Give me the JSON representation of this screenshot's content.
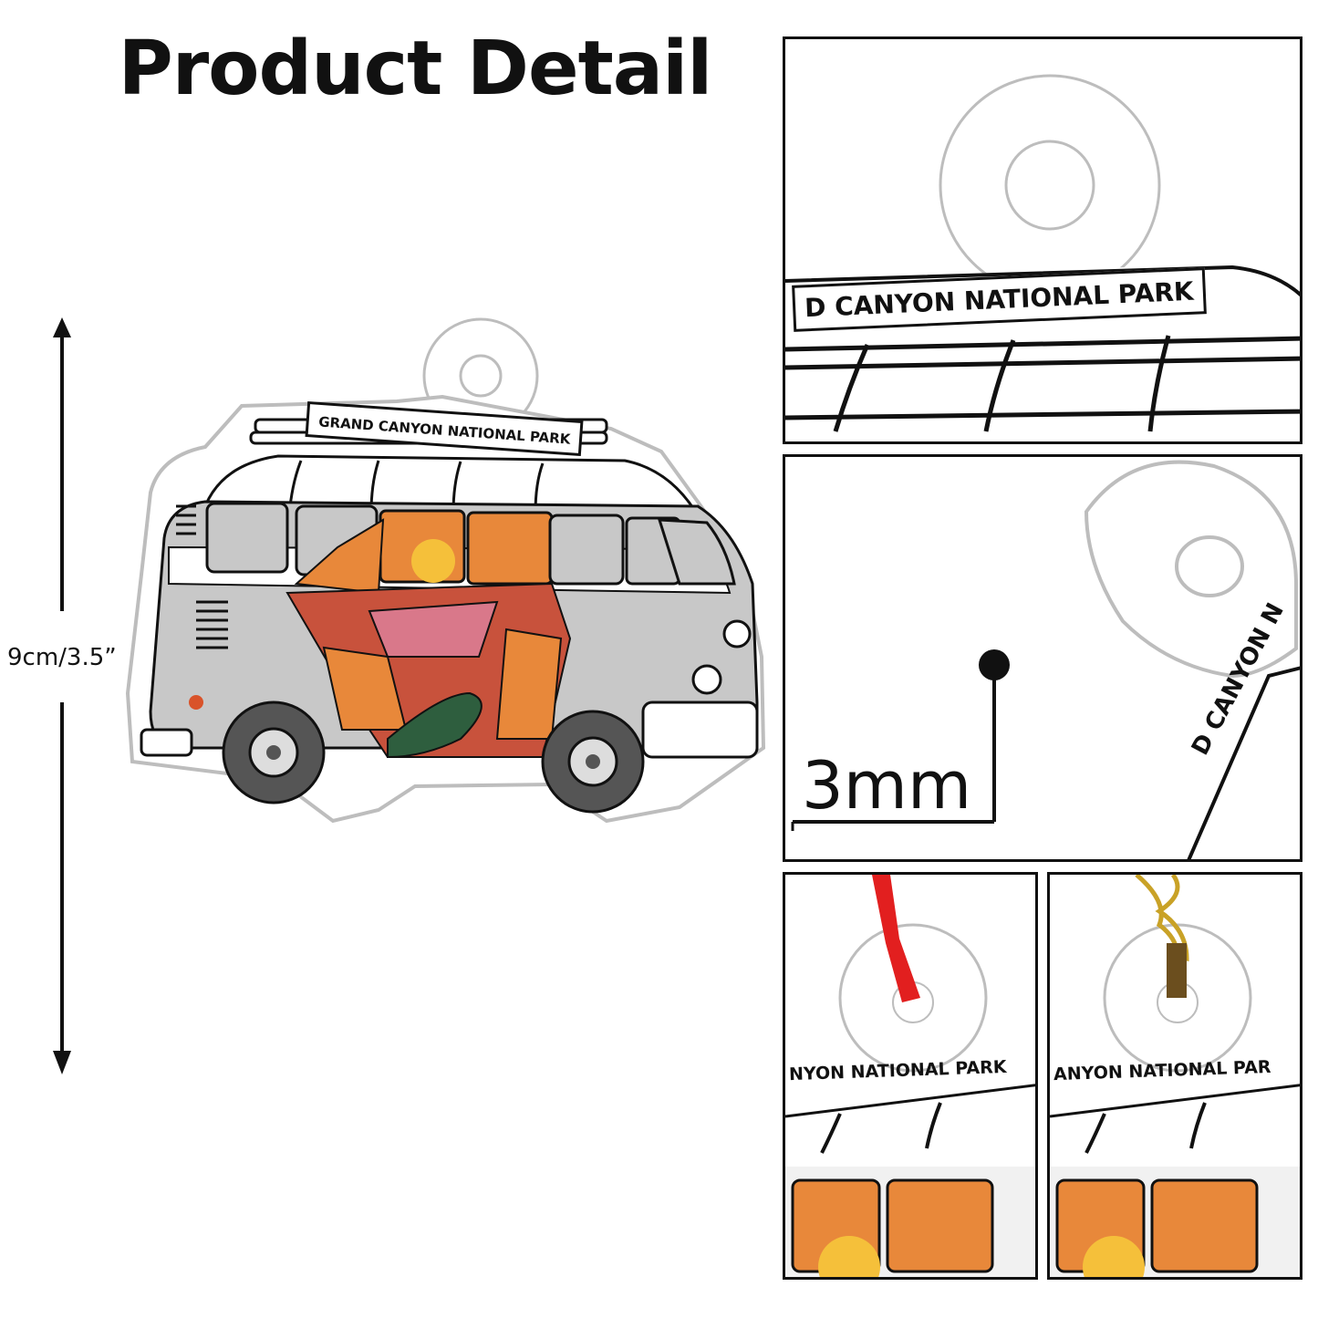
{
  "title": "Product Detail",
  "dimension_label": "9cm/3.5”",
  "ornament": {
    "sign_text": "GRAND CANYON NATIONAL PARK",
    "colors": {
      "body_gray": "#c8c8c8",
      "body_white": "#ffffff",
      "outline": "#111111",
      "canyon_orange": "#e8883a",
      "canyon_red": "#c8523c",
      "canyon_pink": "#d9788a",
      "canyon_green": "#2e5e3e",
      "sun_yellow": "#f5c03a",
      "acrylic_edge": "#bdbdbd"
    }
  },
  "detail_panels": {
    "top_sign_crop": "D CANYON NATIONAL PARK",
    "thickness_label": "3mm",
    "side_sign_crop": "D CANYON N",
    "ribbon_sign_crop": "NYON NATIONAL PARK",
    "cord_sign_crop": "ANYON NATIONAL PAR",
    "ribbon_color": "#e21f1f",
    "cord_color": "#c9a227"
  }
}
